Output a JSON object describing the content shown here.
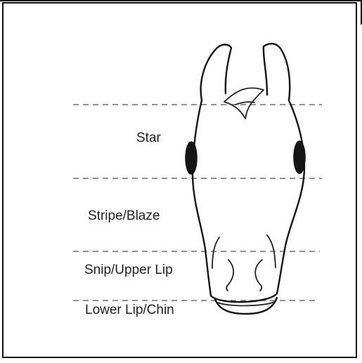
{
  "zones": [
    {
      "label": "Star"
    },
    {
      "label": "Stripe/Blaze"
    },
    {
      "label": "Snip/Upper Lip"
    },
    {
      "label": "Lower Lip/Chin"
    }
  ]
}
